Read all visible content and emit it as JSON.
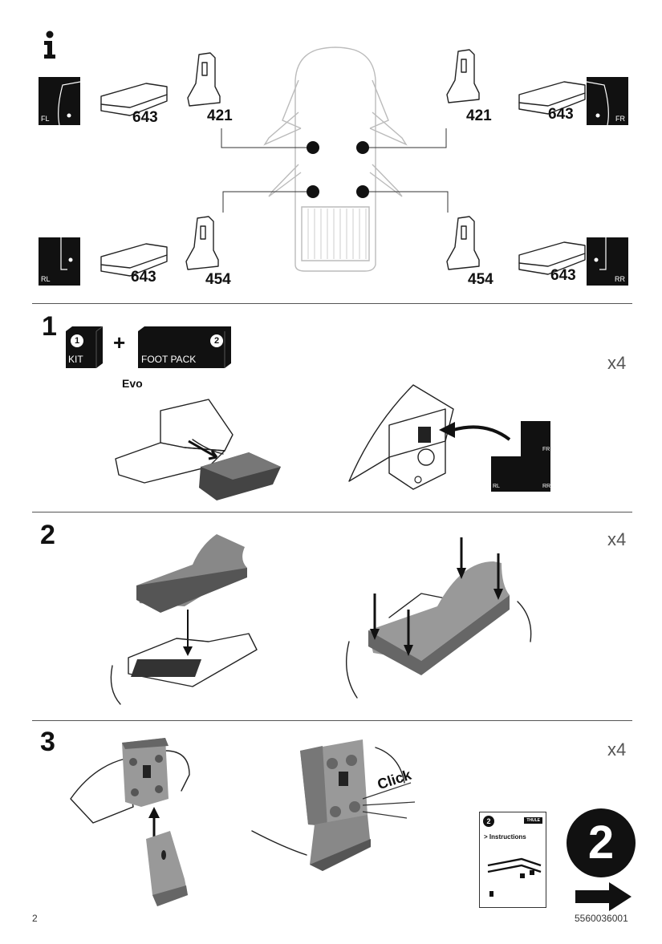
{
  "header": {
    "info_symbol": "i"
  },
  "positions": {
    "fl": "FL",
    "fr": "FR",
    "rl": "RL",
    "rr": "RR"
  },
  "parts": {
    "pad_fl": "643",
    "pad_fr": "643",
    "pad_rl": "643",
    "pad_rr": "643",
    "foot_front_left": "421",
    "foot_front_right": "421",
    "foot_rear_left": "454",
    "foot_rear_right": "454"
  },
  "step1": {
    "number": "1",
    "kit_badge": "1",
    "kit_label": "KIT",
    "plus": "+",
    "footpack_badge": "2",
    "footpack_label": "FOOT PACK",
    "evo_label": "Evo",
    "multiplier": "x4",
    "mini_fr": "FR",
    "mini_rl": "RL",
    "mini_rr": "RR"
  },
  "step2": {
    "number": "2",
    "multiplier": "x4"
  },
  "step3": {
    "number": "3",
    "multiplier": "x4",
    "click_label": "Click"
  },
  "booklet": {
    "badge": "2",
    "brand": "THULE",
    "title": "> Instructions"
  },
  "next": {
    "number": "2"
  },
  "footer": {
    "page_number": "2",
    "doc_number": "5560036001"
  }
}
